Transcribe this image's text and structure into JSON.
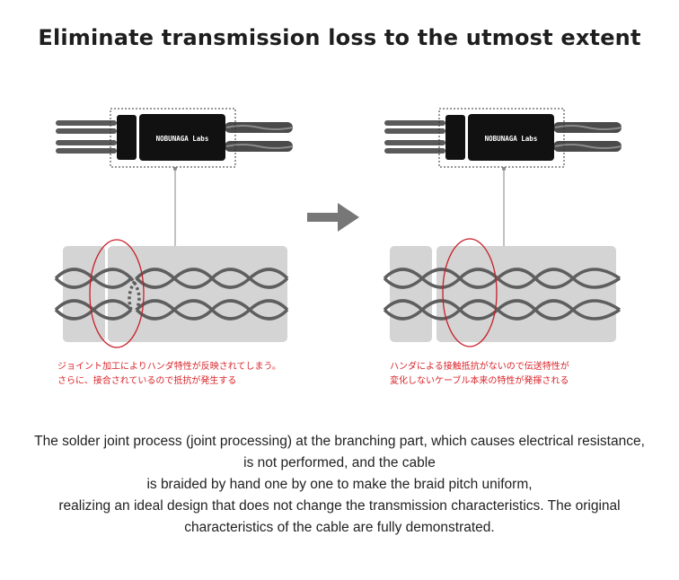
{
  "title": "Eliminate transmission loss to the utmost extent",
  "splitter_label": "NOBUNAGA Labs",
  "before": {
    "note_lines": [
      "ジョイント加工によりハンダ特性が反映されてしまう。",
      "さらに、接合されているので抵抗が発生する"
    ]
  },
  "after": {
    "note_lines": [
      "ハンダによる接触抵抗がないので伝送特性が",
      "変化しないケーブル本来の特性が発揮される"
    ]
  },
  "description_lines": [
    "The solder joint process (joint processing) at the branching part, which causes electrical resistance,",
    "is not performed, and the cable",
    "is braided by hand one by one to make the braid pitch uniform,",
    "realizing an ideal design that does not change the transmission characteristics. The original",
    "characteristics of the cable are fully demonstrated."
  ],
  "colors": {
    "highlight": "#c81e28",
    "note_text": "#d9262c",
    "panel": "#d4d4d4",
    "title": "#1e1e1e"
  }
}
